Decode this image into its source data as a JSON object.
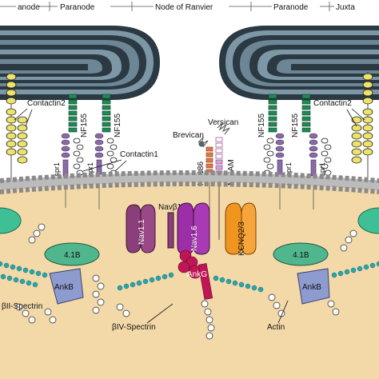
{
  "regions": {
    "juxtaparanode_left": "anode",
    "paranode_left": "Paranode",
    "node": "Node of Ranvier",
    "paranode_right": "Paranode",
    "juxtaparanode_right": "Juxta"
  },
  "labels": {
    "contactin2_left": "Contactin2",
    "contactin2_right": "Contactin2",
    "nf155_a": "NF155",
    "nf155_b": "NF155",
    "nf155_c": "NF155",
    "nf155_d": "NF155",
    "contactin1": "Contactin1",
    "caspr1_a": "Caspr1",
    "caspr1_b": "Caspr1",
    "caspr1_c": "Caspr1",
    "caspr1_d": "Caspr1",
    "versican": "Versican",
    "brevican": "Brevican",
    "nf186": "NF186",
    "nrcam": "NrCAM",
    "nav11": "Nav1.1",
    "navb1": "Navβ1",
    "nav16": "Nav1.6",
    "kcnq": "KCNQ2/3",
    "b41_left": "4.1B",
    "b41_right": "4.1B",
    "ankb_left": "AnkB",
    "ankb_right": "AnkB",
    "ankg": "AnkG",
    "bii_spectrin": "βII-Spectrin",
    "biv_spectrin": "βIV-Spectrin",
    "actin": "Actin"
  },
  "colors": {
    "myelin": "#6d8696",
    "myelin_dark": "#2a3942",
    "axoplasm": "#f3d9a8",
    "membrane_head": "#8a8a8a",
    "contactin2": "#ede36a",
    "nf155": "#1f8a55",
    "caspr1": "#8b6aa8",
    "contactin1": "#e8e8e8",
    "nf186": "#e07845",
    "nrcam": "#d6a5cf",
    "nav11": "#8a3e7a",
    "nav16": "#9c2ea8",
    "navb1": "#8a3e7a",
    "kcnq": "#f0951e",
    "protein_41b": "#4fb68d",
    "ankb": "#8e9bcf",
    "ankg": "#c01556",
    "actin": "#25a7b0",
    "spectrin": "#ffffff",
    "teal_ellipse": "#3fbf95"
  }
}
